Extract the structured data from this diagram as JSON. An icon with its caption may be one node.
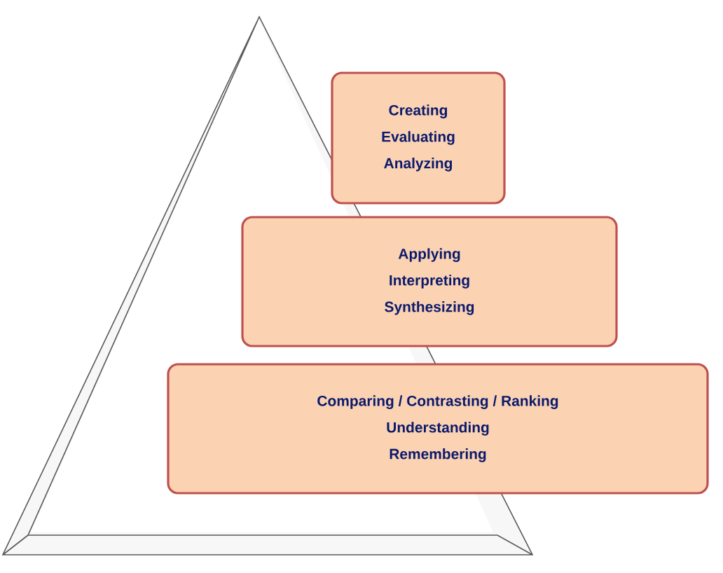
{
  "diagram": {
    "nodes": [
      {
        "text": [
          "Creating",
          "Evaluating",
          "Analyzing"
        ]
      },
      {
        "text": [
          "Applying",
          "Interpreting",
          "Synthesizing"
        ]
      },
      {
        "text": [
          "Comparing / Contrasting / Ranking",
          "Understanding",
          "Remembering"
        ]
      }
    ]
  }
}
